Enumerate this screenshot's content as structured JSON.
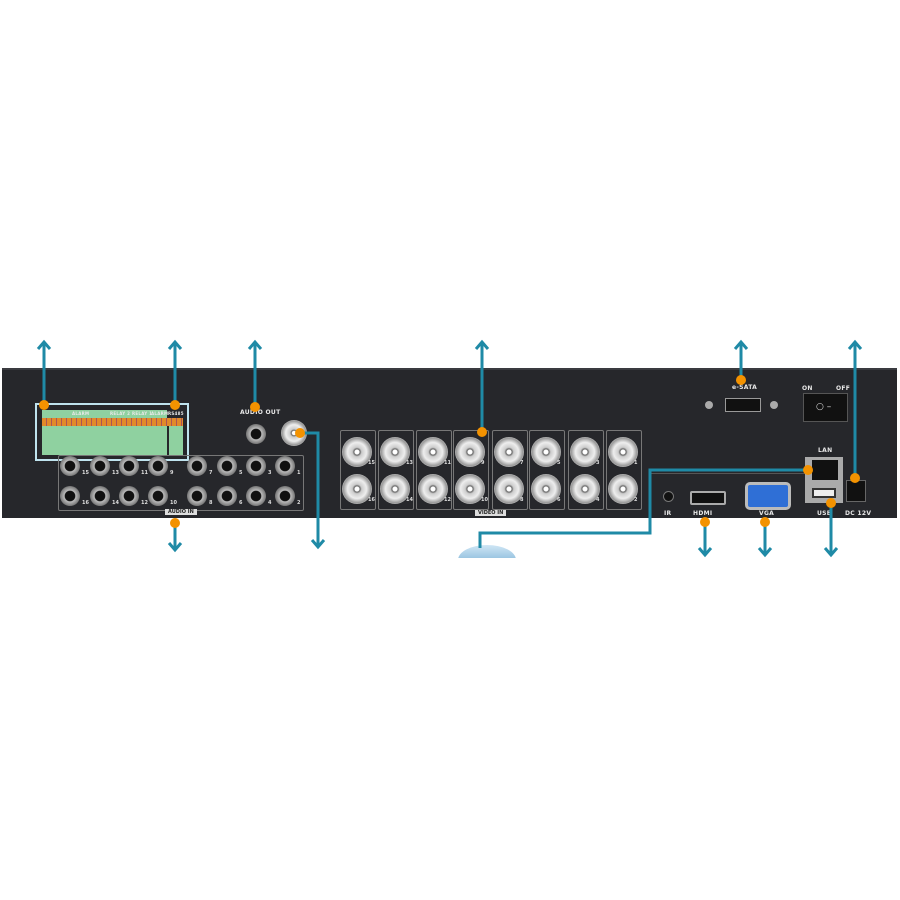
{
  "labels": {
    "alarm": "ALARM",
    "relay2": "RELAY 2",
    "relay1": "RELAY 1",
    "alarm2": "ALARM",
    "rs485": "RS485",
    "audio_out": "AUDIO OUT",
    "audio_in": "AUDIO IN",
    "video_in": "VIDEO IN",
    "esata": "e-SATA",
    "on": "ON",
    "off": "OFF",
    "lan": "LAN",
    "ir": "IR",
    "hdmi": "HDMI",
    "vga": "VGA",
    "usb": "USB",
    "dc": "DC 12V"
  },
  "audio_in": {
    "top": [
      "15",
      "13",
      "11",
      "9",
      "7",
      "5",
      "3",
      "1"
    ],
    "bottom": [
      "16",
      "14",
      "12",
      "10",
      "8",
      "6",
      "4",
      "2"
    ]
  },
  "video_in": {
    "top": [
      "15",
      "13",
      "11",
      "9",
      "7",
      "5",
      "3",
      "1"
    ],
    "bottom": [
      "16",
      "14",
      "12",
      "10",
      "8",
      "6",
      "4",
      "2"
    ]
  },
  "colors": {
    "callout_line": "#1f8aa6",
    "callout_dot": "#f39200",
    "panel": "#26272b"
  }
}
